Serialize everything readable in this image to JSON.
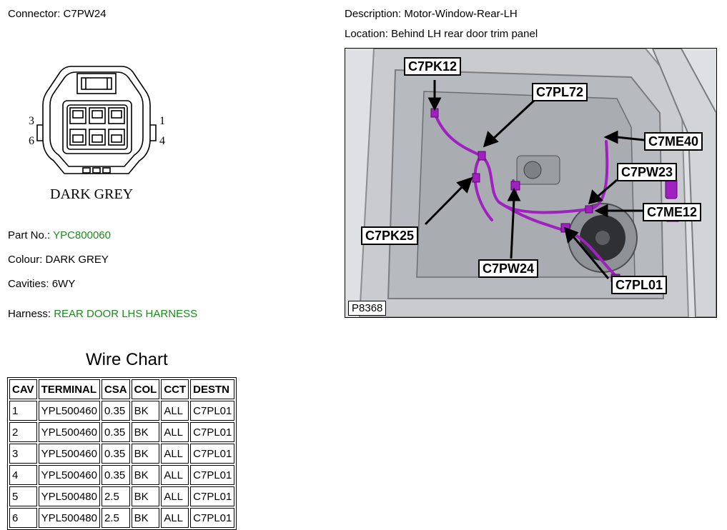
{
  "header": {
    "connector_label": "Connector:",
    "connector_value": "C7PW24",
    "description_label": "Description:",
    "description_value": "Motor-Window-Rear-LH",
    "location_label": "Location:",
    "location_value": "Behind LH rear door trim panel"
  },
  "connector_drawing": {
    "pin_labels": [
      "3",
      "1",
      "6",
      "4"
    ],
    "colour_caption": "DARK GREY"
  },
  "info": {
    "part_no_label": "Part No.:",
    "part_no_value": "YPC800060",
    "colour_label": "Colour:",
    "colour_value": "DARK GREY",
    "cavities_label": "Cavities:",
    "cavities_value": "6WY",
    "harness_label": "Harness:",
    "harness_value": "REAR DOOR LHS HARNESS"
  },
  "wire_chart": {
    "title": "Wire Chart",
    "headers": [
      "CAV",
      "TERMINAL",
      "CSA",
      "COL",
      "CCT",
      "DESTN"
    ],
    "rows": [
      [
        "1",
        "YPL500460",
        "0.35",
        "BK",
        "ALL",
        "C7PL01"
      ],
      [
        "2",
        "YPL500460",
        "0.35",
        "BK",
        "ALL",
        "C7PL01"
      ],
      [
        "3",
        "YPL500460",
        "0.35",
        "BK",
        "ALL",
        "C7PL01"
      ],
      [
        "4",
        "YPL500460",
        "0.35",
        "BK",
        "ALL",
        "C7PL01"
      ],
      [
        "5",
        "YPL500480",
        "2.5",
        "BK",
        "ALL",
        "C7PL01"
      ],
      [
        "6",
        "YPL500480",
        "2.5",
        "BK",
        "ALL",
        "C7PL01"
      ]
    ]
  },
  "location_image": {
    "callouts": [
      "C7PK12",
      "C7PL72",
      "C7ME40",
      "C7PW23",
      "C7ME12",
      "C7PK25",
      "C7PW24",
      "C7PL01"
    ],
    "picture_code": "P8368"
  },
  "colors": {
    "highlight_green": "#1a8a1a",
    "harness_purple": "#a020c0"
  }
}
